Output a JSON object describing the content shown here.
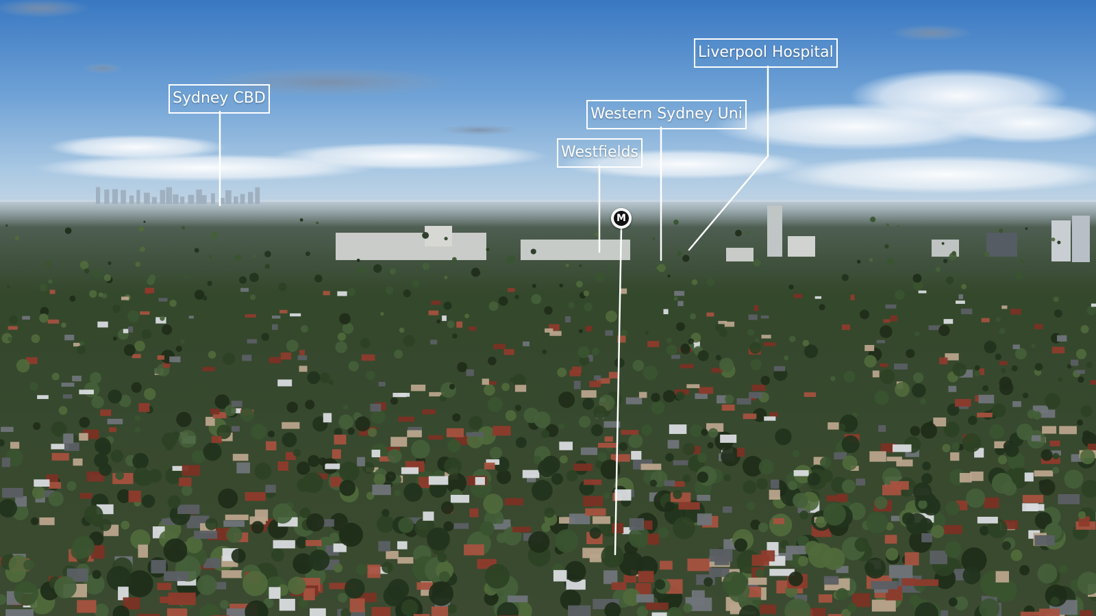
{
  "labels": {
    "sydney_cbd": "Sydney CBD",
    "liverpool_hospital": "Liverpool Hospital",
    "western_sydney_uni": "Western Sydney Uni",
    "westfields": "Westfields"
  },
  "marker": {
    "letter": "M"
  },
  "colors": {
    "sky_top": "#3f7fc8",
    "sky_horizon": "#bcd6ea",
    "haze": "#a9b8c4",
    "tree_dark": "#24361f",
    "tree_mid": "#3c5a2c",
    "roof_red": "#8e3b2c",
    "roof_grey": "#6f7479",
    "roof_white": "#d9dcdf",
    "annotation": "#ffffff"
  },
  "icons": {
    "marker": "location-pin-icon"
  }
}
